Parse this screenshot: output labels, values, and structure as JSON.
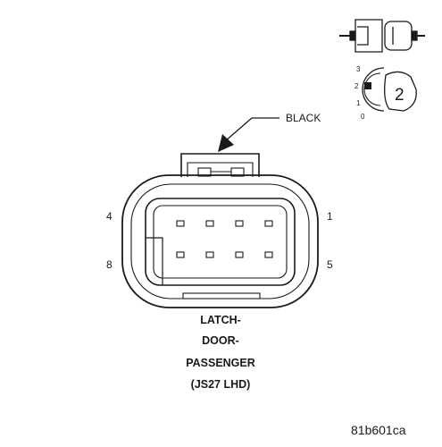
{
  "connector": {
    "color_label": "BLACK",
    "pins": {
      "top_left": "4",
      "top_right": "1",
      "bottom_left": "8",
      "bottom_right": "5"
    },
    "cavity_rows": 2,
    "cavity_cols": 4
  },
  "title": {
    "line1": "LATCH-",
    "line2": "DOOR-",
    "line3": "PASSENGER",
    "line4": "(JS27 LHD)"
  },
  "view_indicator": {
    "scale_marks": [
      "3",
      "2",
      "1",
      "0"
    ],
    "view_number": "2"
  },
  "figure_code": "81b601ca"
}
